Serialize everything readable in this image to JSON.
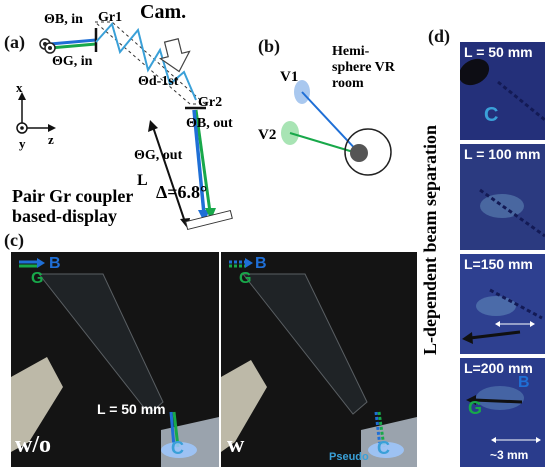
{
  "panel_a": {
    "label": "(a)",
    "cam": "Cam.",
    "gr1": "Gr1",
    "gr2": "Gr2",
    "theta_b_in": "ΘB, in",
    "theta_g_in": "ΘG, in",
    "theta_d1st": "Θd-1st",
    "theta_b_out": "ΘB, out",
    "theta_g_out": "ΘG, out",
    "L": "L",
    "delta": "Δ=6.8°",
    "axis_x": "x",
    "axis_y": "y",
    "axis_z": "z",
    "caption_line1": "Pair Gr coupler",
    "caption_line2": "based-display"
  },
  "panel_b": {
    "label": "(b)",
    "v1": "V1",
    "v2": "V2",
    "room_line1": "Hemi-",
    "room_line2": "sphere VR",
    "room_line3": "room"
  },
  "panel_c": {
    "label": "(c)",
    "left": {
      "B": "B",
      "G": "G",
      "C": "C",
      "L": "L = 50 mm",
      "tag": "w/o"
    },
    "right": {
      "B": "B",
      "G": "G",
      "C": "C",
      "pseudo": "Pseudo",
      "tag": "w"
    }
  },
  "panel_d": {
    "label": "(d)",
    "side_title": "L-dependent beam separation",
    "frames": [
      {
        "L": "L = 50 mm",
        "C": "C"
      },
      {
        "L": "L = 100 mm"
      },
      {
        "L": "L=150 mm"
      },
      {
        "L": "L=200 mm",
        "G": "G",
        "B": "B",
        "scale": "~3 mm"
      }
    ]
  },
  "colors": {
    "blue": "#1f6fd6",
    "green": "#18a84a",
    "cyan": "#3aa0d8",
    "dark_bg": "#141414",
    "photo_blue": "#24307a"
  }
}
